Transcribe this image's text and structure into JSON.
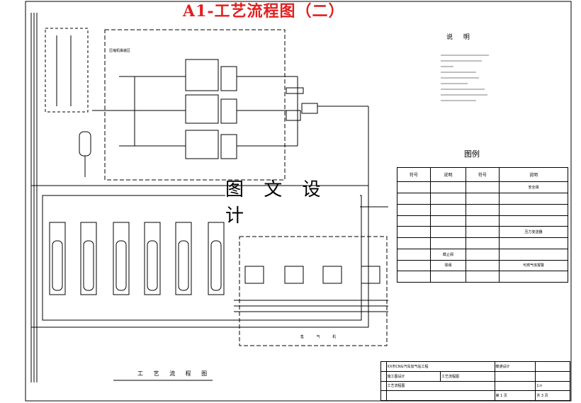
{
  "title": "A1-工艺流程图（二）",
  "watermark": "图 文 设 计",
  "notes": {
    "heading": "说 明"
  },
  "compressor_area_label": "压缩机撬装区",
  "dispenser_area_label": "售 气 机",
  "legend": {
    "heading": "图例",
    "headers": [
      "符号",
      "说明",
      "符号",
      "说明"
    ],
    "rows": [
      [
        "",
        "",
        "",
        "安全阀"
      ],
      [
        "",
        "",
        "",
        ""
      ],
      [
        "",
        "",
        "",
        ""
      ],
      [
        "",
        "",
        "",
        ""
      ],
      [
        "",
        "",
        "",
        "压力变送器"
      ],
      [
        "",
        "",
        "",
        ""
      ],
      [
        "",
        "截止阀",
        "",
        ""
      ],
      [
        "",
        "球阀",
        "",
        "可燃气体报警"
      ],
      [
        "",
        "",
        "",
        ""
      ]
    ]
  },
  "drawing_label": "工 艺 流 程 图",
  "title_block": {
    "project": "XX市CNG汽车加气站工程",
    "drawing_name": "工艺流程图",
    "sheet_title": "工艺流程图",
    "design_stage": "施工图设计",
    "seal": "暖通设计",
    "scale": "1:n",
    "sheet": "第 1 页",
    "total": "共 3 页"
  }
}
